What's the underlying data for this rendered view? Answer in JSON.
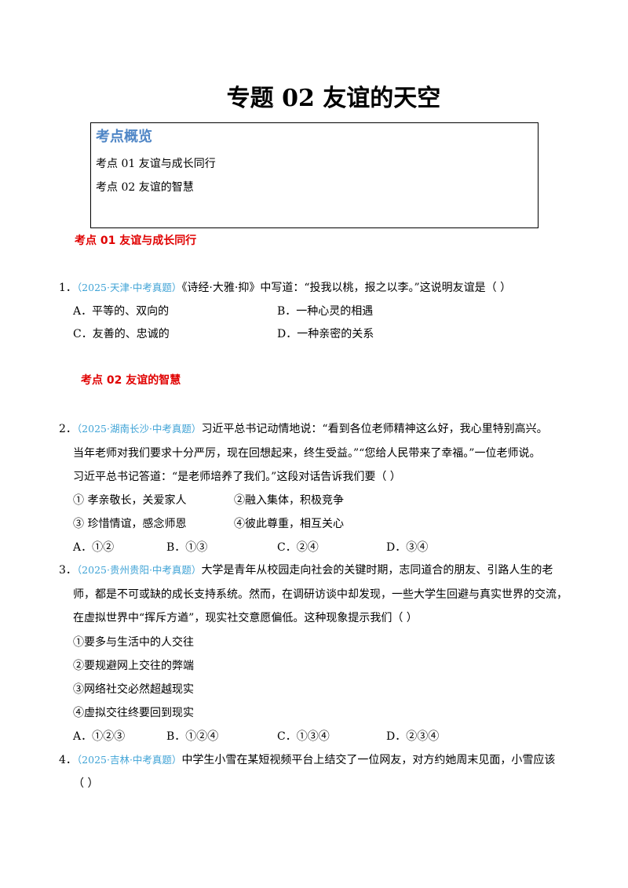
{
  "doc": {
    "title": "专题 02 友谊的天空"
  },
  "overview": {
    "heading": "考点概览",
    "items": [
      "考点 01  友谊与成长同行",
      "考点 02 友谊的智慧"
    ]
  },
  "sections": [
    {
      "label": "考点 01  友谊与成长同行"
    },
    {
      "label": "考点 02 友谊的智慧"
    }
  ],
  "questions": [
    {
      "num": "1．",
      "source": "（2025·天津·中考真题）",
      "lines": [
        "《诗经·大雅·抑》中写道：“投我以桃，报之以李。”这说明友谊是（   ）"
      ],
      "options": [
        "A．平等的、双向的",
        "B．一种心灵的相遇",
        "C．友善的、忠诚的",
        "D．一种亲密的关系"
      ]
    },
    {
      "num": "2．",
      "source": "（2025·湖南长沙·中考真题）",
      "lines": [
        "习近平总书记动情地说：“看到各位老师精神这么好，我心里特别高兴。",
        "当年老师对我们要求十分严厉，现在回想起来，终生受益。”“您给人民带来了幸福。”一位老师说。",
        "习近平总书记答道：“是老师培养了我们。”这段对话告诉我们要（       ）"
      ],
      "statements": [
        "①  孝亲敬长，关爱家人",
        "②融入集体，积极竞争",
        "③  珍惜情谊，感念师恩",
        "④彼此尊重，相互关心"
      ],
      "options": [
        "A．①②",
        "B．①③",
        "C．②④",
        "D．③④"
      ]
    },
    {
      "num": "3．",
      "source": "（2025·贵州贵阳·中考真题）",
      "lines": [
        "大学是青年从校园走向社会的关键时期，志同道合的朋友、引路人生的老",
        "师，都是不可或缺的成长支持系统。然而，在调研访谈中却发现，一些大学生回避与真实世界的交流，",
        "在虚拟世界中“挥斥方遒”，现实社交意愿偏低。这种现象提示我们（   ）"
      ],
      "statements": [
        "①要多与生活中的人交往",
        "②要规避网上交往的弊端",
        "③网络社交必然超越现实",
        "④虚拟交往终要回到现实"
      ],
      "options": [
        "A．①②③",
        "B．①②④",
        "C．①③④",
        "D．②③④"
      ]
    },
    {
      "num": "4．",
      "source": "（2025·吉林·中考真题）",
      "lines": [
        "中学生小雪在某短视频平台上结交了一位网友，对方约她周末见面，小雪应该",
        "（     ）"
      ]
    }
  ]
}
